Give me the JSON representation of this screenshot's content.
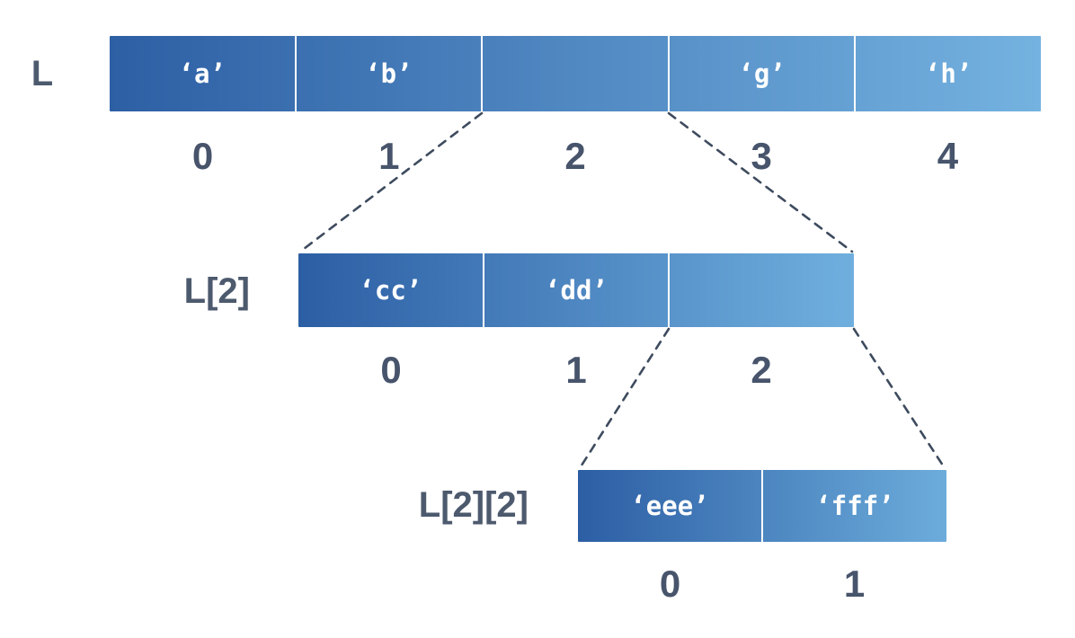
{
  "rows": [
    {
      "label": "L",
      "cells": [
        "‘a’",
        "‘b’",
        "",
        "‘g’",
        "‘h’"
      ],
      "indices": [
        "0",
        "1",
        "2",
        "3",
        "4"
      ]
    },
    {
      "label": "L[2]",
      "cells": [
        "‘cc’",
        "‘dd’",
        ""
      ],
      "indices": [
        "0",
        "1",
        "2"
      ]
    },
    {
      "label": "L[2][2]",
      "cells": [
        "‘eee’",
        "‘fff’"
      ],
      "indices": [
        "0",
        "1"
      ]
    }
  ],
  "colors": {
    "gradient_start": "#2D5FA4",
    "gradient_end": "#74B2E0",
    "cell_text": "#FFFFFF",
    "label_text": "#4D5A6E",
    "index_text": "#47546B",
    "connector": "#3E4B5E",
    "divider": "#FFFFFF",
    "background": "#FFFFFF"
  }
}
